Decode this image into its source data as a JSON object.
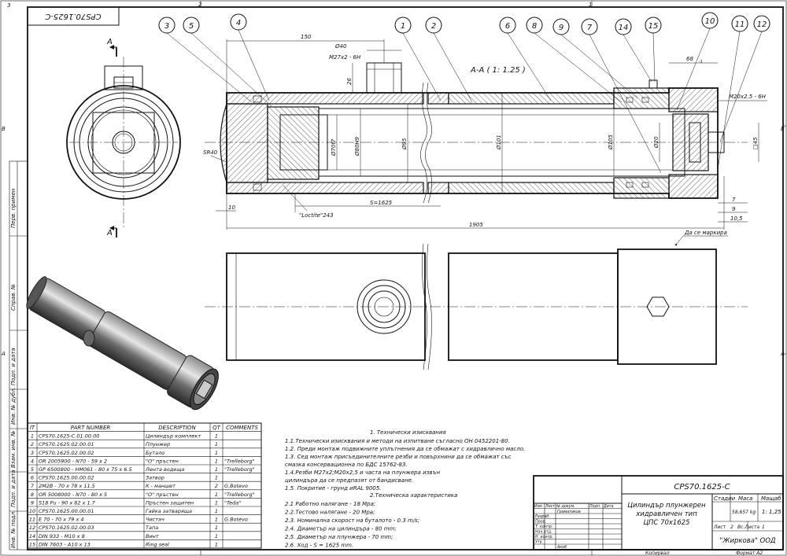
{
  "drawing": {
    "stamp_top": "CPS70.1625-C",
    "section_label": "A-A ( 1: 1.25 )",
    "view_marker": "A",
    "marking_note": "Да се маркира",
    "zone_top": [
      "3",
      "2",
      "1"
    ],
    "zone_side": [
      "B",
      "A"
    ],
    "balloons": [
      "3",
      "5",
      "4",
      "1",
      "2",
      "6",
      "8",
      "9",
      "7",
      "14",
      "15",
      "10",
      "11",
      "12"
    ],
    "dims": {
      "d150": "150",
      "d40": "Ø40",
      "m27": "M27x2 - 6H",
      "d26": "26",
      "d68": "68",
      "d68_tol": "-1",
      "m20": "M20x2.5 - 6H",
      "sr40": "SR40",
      "d70": "Ø70f7",
      "d80": "Ø80H9",
      "d95": "Ø95",
      "d101": "Ø101",
      "d105": "Ø105",
      "d20": "Ø20",
      "sq45": "□45",
      "d10": "10",
      "loctite": "\"Loctite\"243",
      "stroke": "S=1625",
      "d1905": "1905",
      "d7": "7",
      "d9": "9",
      "d10_5": "10,5"
    },
    "side_labels": [
      "Перв. примен",
      "Справ. №",
      "Подп. и дата",
      "Инв. № дубл.",
      "Взам. инв. №",
      "Подп. и дата",
      "Инв. № подл."
    ]
  },
  "bom": {
    "headers": [
      "IT",
      "PART NUMBER",
      "DESCRIPTION",
      "QT",
      "COMMENTS"
    ],
    "rows": [
      [
        "1",
        "CPS70.1625-C.01.00.00",
        "Цилиндър комплект",
        "1",
        ""
      ],
      [
        "2",
        "CPS70.1625.02.00.01",
        "Плунжер",
        "1",
        ""
      ],
      [
        "3",
        "CPS70.1625.02.00.02",
        "Бутало",
        "1",
        ""
      ],
      [
        "4",
        "OR 2005900 - N70 - 59 x 2",
        "\"О\" пръстен",
        "1",
        "\"Trelleborg\""
      ],
      [
        "5",
        "GP 6500800 - HM061 - 80 x 75 x 6.5",
        "Лента водеща",
        "1",
        "\"Trelleborg\""
      ],
      [
        "6",
        "CPS70.1625.00.00.02",
        "Затвор",
        "1",
        ""
      ],
      [
        "7",
        "2M2B - 70 x 78 x 11.5",
        "К - маншет",
        "2",
        "G.Botevo"
      ],
      [
        "8",
        "OR 5008000 - N70 - 80 x 5",
        "\"О\" пръстен",
        "1",
        "\"Trelleborg\""
      ],
      [
        "9",
        "S18 Pu - 90 x 82 x 1.7",
        "Пръстен защитен",
        "1",
        "\"Teda\""
      ],
      [
        "10",
        "CPS70.1625.00.00.01",
        "Гайка затваряща",
        "1",
        ""
      ],
      [
        "11",
        "E 70 - 70 x 79 x 4",
        "Чистач",
        "1",
        "G.Botevo"
      ],
      [
        "12",
        "CPS70.1625.02.00.03",
        "Тапа",
        "1",
        ""
      ],
      [
        "14",
        "DIN 933 - M10 x 8",
        "Винт",
        "1",
        ""
      ],
      [
        "15",
        "DIN 7603 - A10 x 13",
        "Ring seal",
        "1",
        ""
      ]
    ]
  },
  "notes": {
    "heading1": "1. Технически изисквания",
    "lines1": [
      "1.1.Технически изисквания и методи на изпитване съгласно ОН 0452201-80.",
      "1.2. Преди монтаж подвижните уплътнения да се обмажат с хидравлично масло.",
      "1.3. Сед монтаж присъединителните резби и повърхнини да се обмажат със",
      "смазка консервационна по БДС 15762-83.",
      "1.4.Резби М27х2;М20х2,5 и часта на плунжера извън",
      "цилиндъра да се предпазят от бандисване.",
      "1.5. Покритие - грунд иRAL 9005."
    ],
    "heading2": "2.Техническа характеристика",
    "lines2": [
      "2.1 Работно налягане - 18 Mpa;",
      "2.2.Тестово налягане - 20 Mpa;",
      "2.3. Номинална скорост на буталото - 0.3 m/s;",
      "2.4. Диаметър на цилиндъра - 80 mm;",
      "2.5. Диаметър на плунжера - 70 mm;",
      "2.6. Ход - S = 1625 mm."
    ]
  },
  "title_block": {
    "doc_number": "CPS70.1625-C",
    "title_line1": "Цилиндър плунжерен",
    "title_line2": "хидравличен тип",
    "title_line3": "ЦПС 70x1625",
    "col_stadii": "Стадии",
    "col_mass": "Маса",
    "col_scale": "Мащаб",
    "mass": "58,657 kg",
    "scale": "1: 1,25",
    "sheet": "Лист",
    "sheet_val": "2",
    "sheets": "Вс.Листа",
    "sheets_val": "1",
    "company": "\"Жиркова\" ООД",
    "rev_headers": [
      "Изм.",
      "Лист",
      "№ докум.",
      "Подп.",
      "Дата"
    ],
    "roles": [
      "Разраб.",
      "Пров.",
      "Т. контр.",
      "Нач.отд.",
      "Н. контр.",
      "Утв."
    ],
    "designer": "Граматиков",
    "approver": "Акоб",
    "footer_left": "Копирвал",
    "footer_right": "Формат А2"
  }
}
